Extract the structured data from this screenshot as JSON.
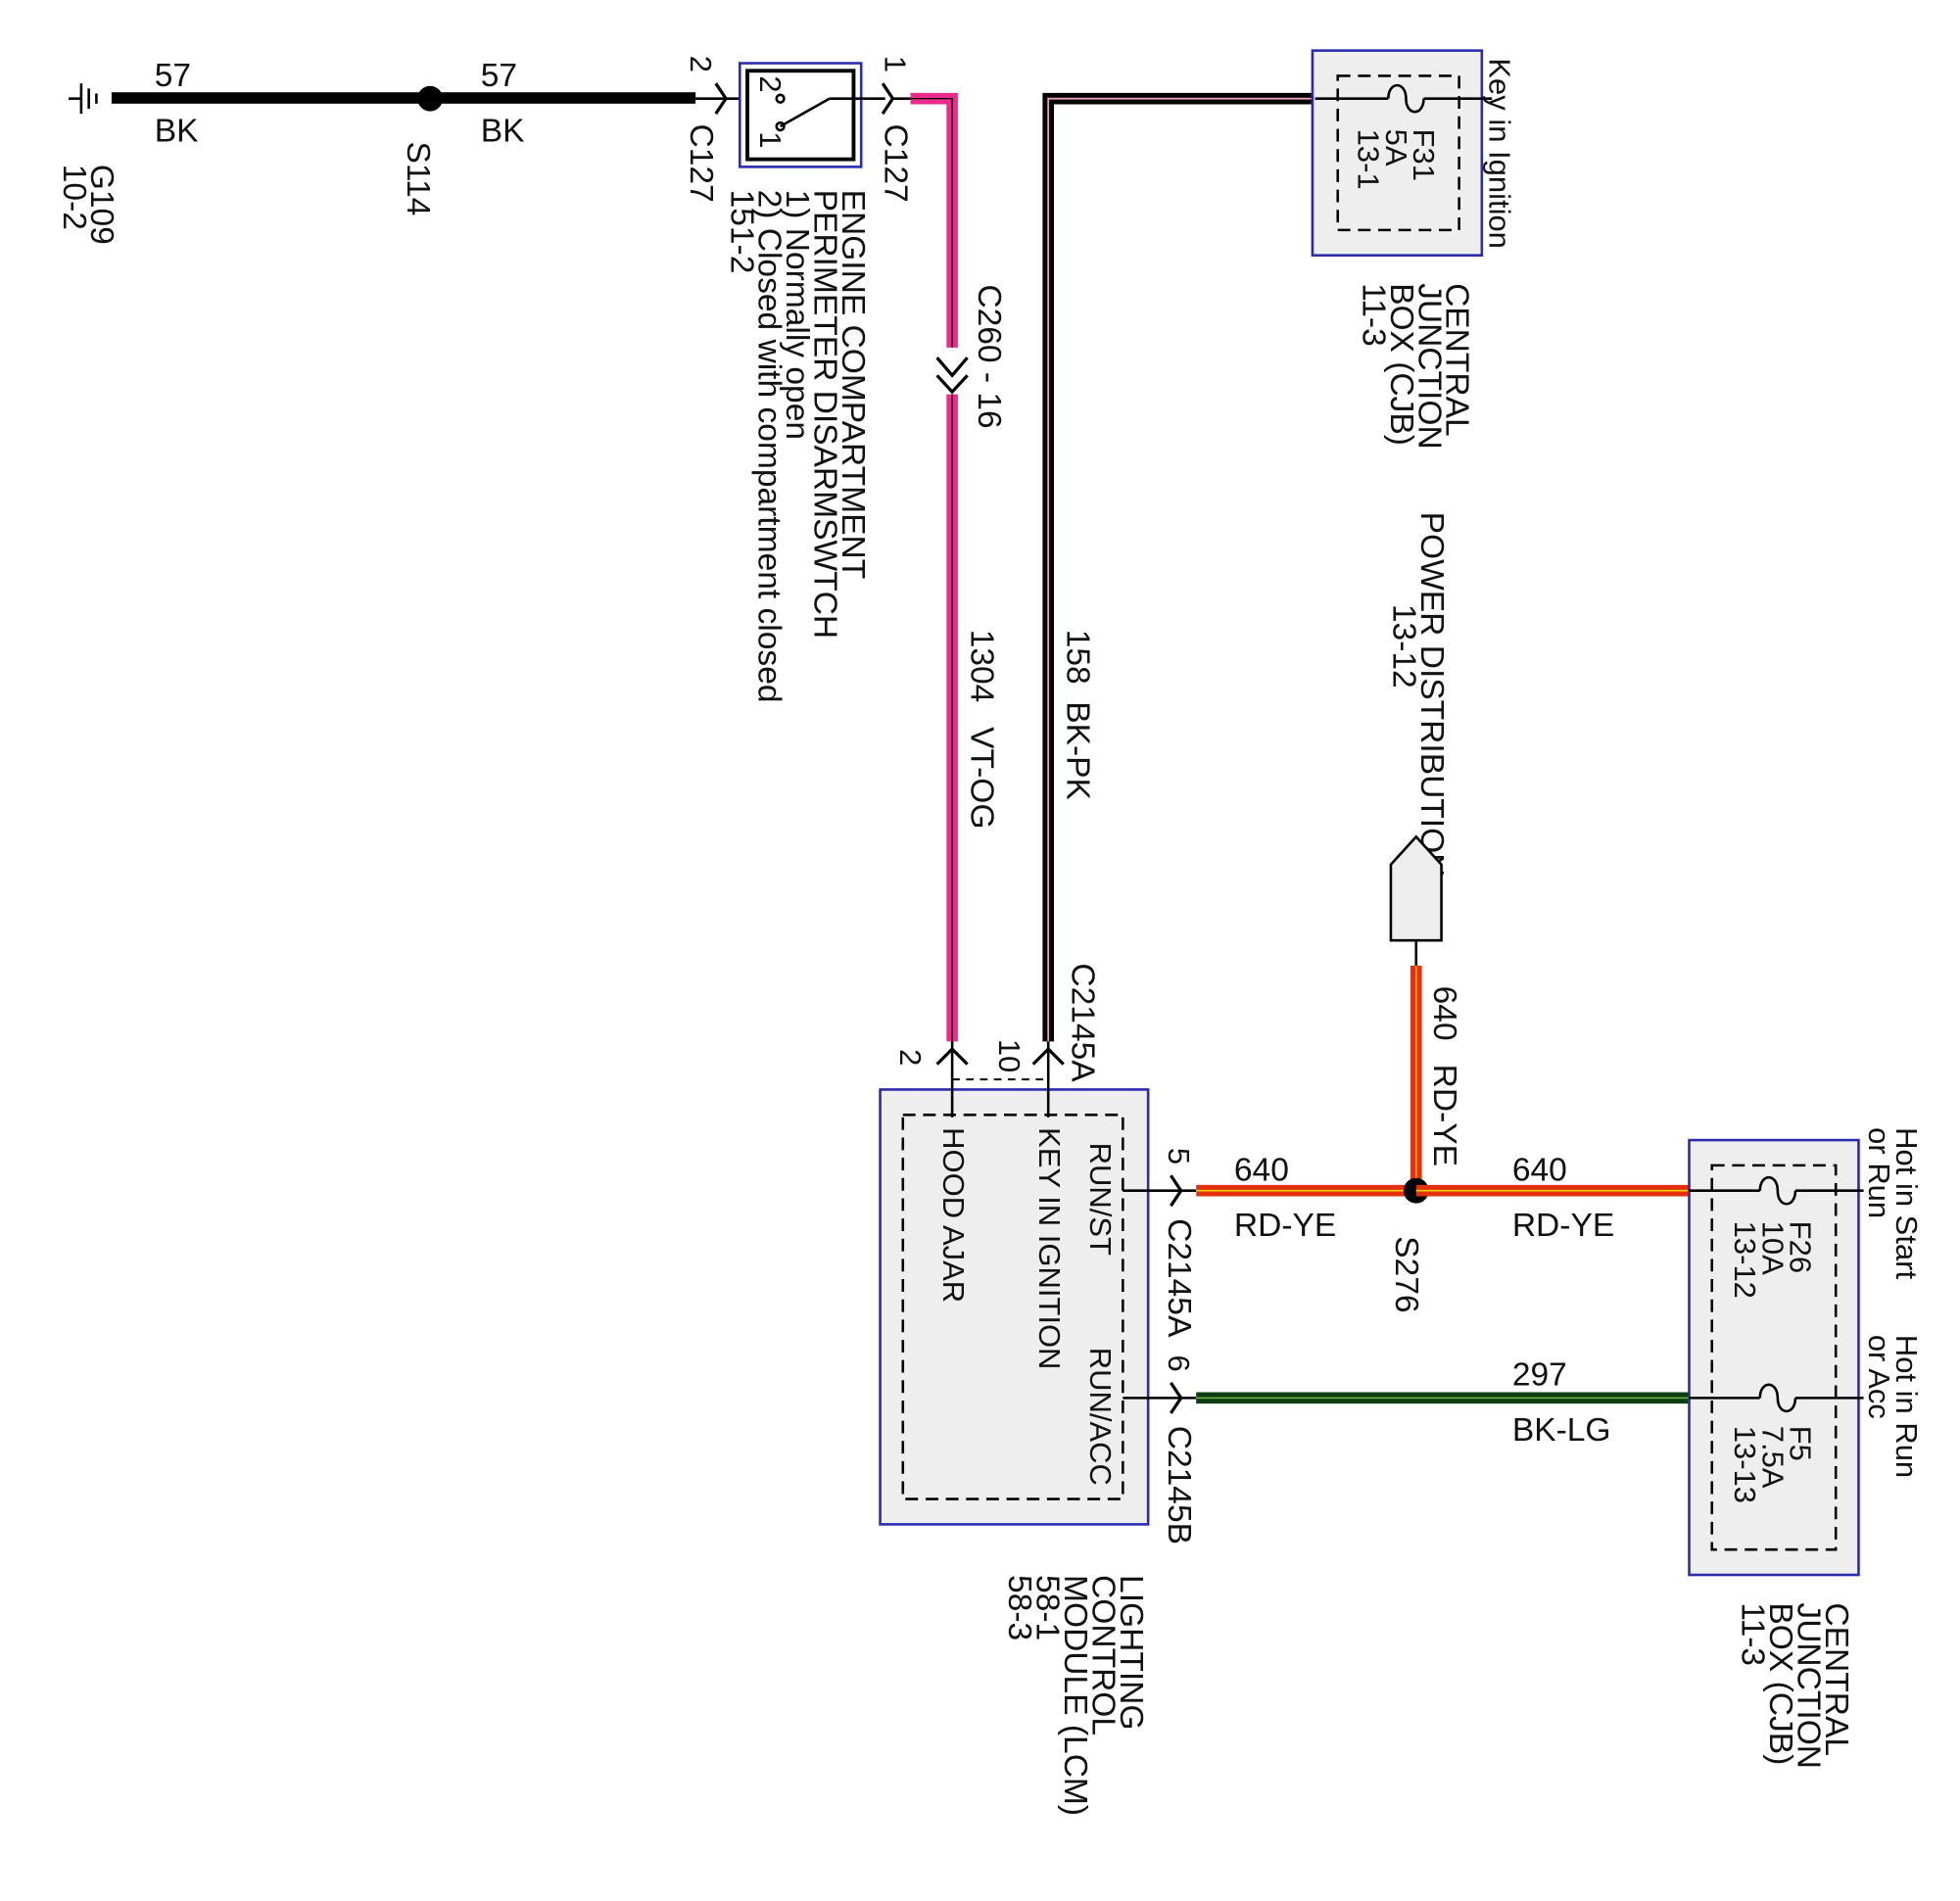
{
  "ground": {
    "id": "G109",
    "ref": "10-2"
  },
  "splices": [
    {
      "id": "S114"
    },
    {
      "id": "S276"
    }
  ],
  "wires": {
    "ground_left": {
      "circuit": "57",
      "color": "BK"
    },
    "ground_right": {
      "circuit": "57",
      "color": "BK"
    },
    "hood": {
      "circuit": "1304",
      "color": "VT-OG"
    },
    "key": {
      "circuit": "158",
      "color": "BK-PK"
    },
    "power": {
      "circuit": "640",
      "color": "RD-YE"
    },
    "run_left": {
      "circuit": "640",
      "color": "RD-YE"
    },
    "run_right": {
      "circuit": "640",
      "color": "RD-YE"
    },
    "acc": {
      "circuit": "297",
      "color": "BK-LG"
    }
  },
  "wire_colors": {
    "BK": "#000000",
    "VT-OG": "#ec2c8c",
    "BK-PK": "#000000",
    "RD-YE": "#e23010",
    "BK-LG": "#0e3d14"
  },
  "connectors": {
    "c127_left": {
      "id": "C127",
      "pin": "2"
    },
    "c127_right": {
      "id": "C127",
      "pin": "1"
    },
    "c260": {
      "id": "C260 - 16"
    },
    "c2145a_top": {
      "id": "C2145A",
      "pin_hood": "2",
      "pin_key": "10"
    },
    "c2145a_side": {
      "id": "C2145A",
      "pin": "5"
    },
    "c2145b_side": {
      "id": "C2145B",
      "pin": "6"
    }
  },
  "switch": {
    "lines": [
      "ENGINE COMPARTMENT",
      "PERIMETER DISARMSWTCH",
      "1) Normally open",
      "2) Closed with compartment closed",
      "151-2"
    ],
    "pin_a": "2",
    "pin_b": "1"
  },
  "cjb_top": {
    "lines": [
      "CENTRAL",
      "JUNCTION",
      "BOX (CJB)",
      "11-3"
    ],
    "fuse": [
      "F31",
      "5A",
      "13-1"
    ],
    "feed": "Key in Ignition"
  },
  "power_distribution": {
    "lines": [
      "POWER DISTRIBUTION",
      "13-12"
    ]
  },
  "lcm": {
    "lines": [
      "LIGHTING",
      "CONTROL",
      "MODULE (LCM)",
      "58-1",
      "58-3"
    ],
    "pins": [
      "RUN/ST",
      "KEY IN IGNITION",
      "HOOD AJAR",
      "RUN/ACC"
    ]
  },
  "cjb_bottom": {
    "lines": [
      "CENTRAL",
      "JUNCTION",
      "BOX (CJB)",
      "11-3"
    ],
    "fuse_a": [
      "F26",
      "10A",
      "13-12"
    ],
    "fuse_b": [
      "F5",
      "7.5A",
      "13-13"
    ],
    "feed_a": [
      "Hot in Start",
      "or Run"
    ],
    "feed_b": [
      "Hot in Run",
      "or Acc"
    ]
  }
}
